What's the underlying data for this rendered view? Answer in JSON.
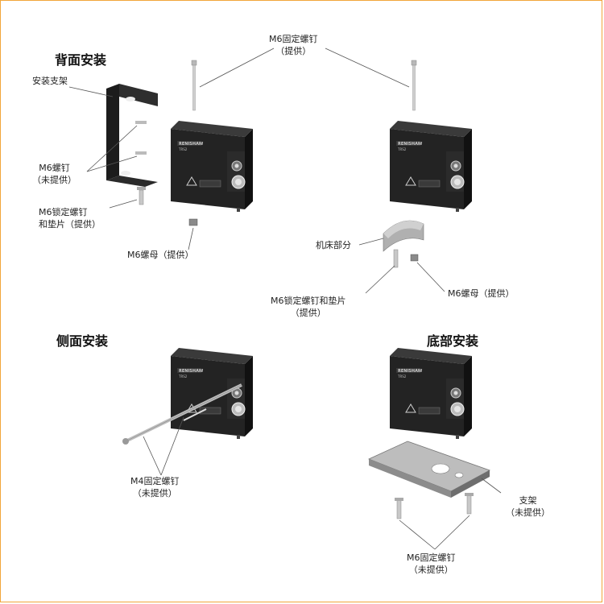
{
  "sections": {
    "rear": "背面安装",
    "side": "侧面安装",
    "bottom": "底部安装"
  },
  "labels": {
    "m6_fixing_screw": "M6固定螺钉",
    "supplied": "（提供）",
    "mounting_bracket": "安装支架",
    "m6_screw": "M6螺钉",
    "not_supplied": "（未提供）",
    "m6_lock_screw": "M6锁定螺钉",
    "and_washer_supplied": "和垫片（提供）",
    "m6_nut_supplied": "M6螺母（提供）",
    "machine_part": "机床部分",
    "m6_lock_screw_washer": "M6锁定螺钉和垫片",
    "m4_fixing_screw": "M4固定螺钉",
    "bracket": "支架"
  },
  "unit": {
    "brand": "RENISHAW",
    "model": "TRS2"
  },
  "colors": {
    "border": "#f2a63a",
    "unit_body": "#232323",
    "metal": "#9a9a9a",
    "leader": "#555555"
  }
}
